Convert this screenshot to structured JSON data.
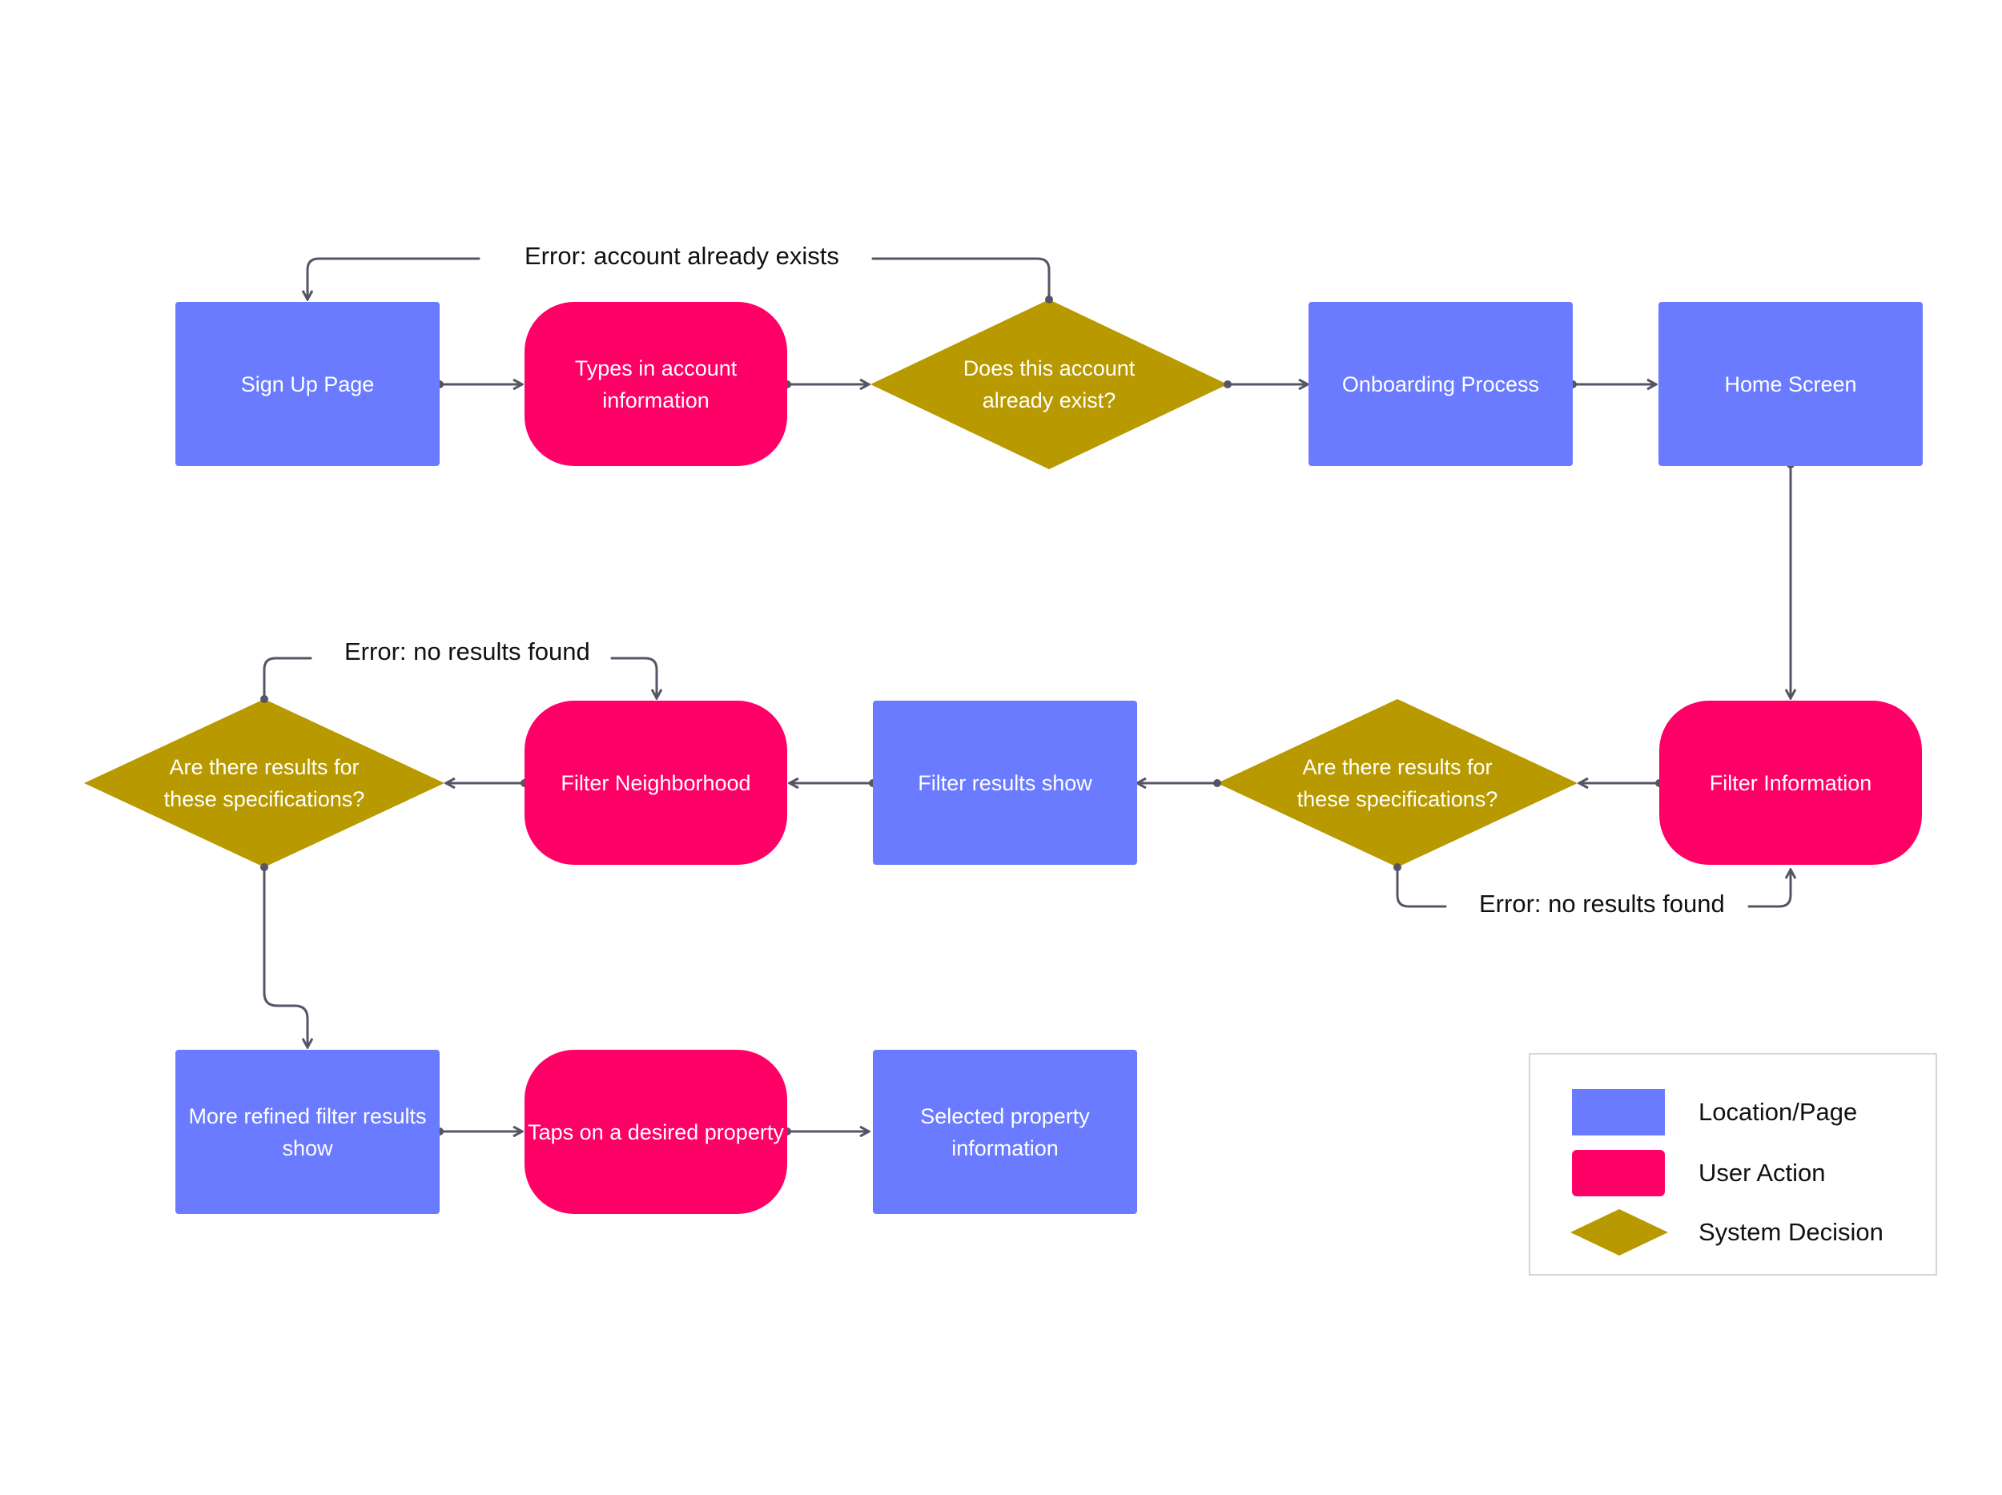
{
  "colors": {
    "location_page": "#6b7bff",
    "user_action": "#ff0066",
    "system_decision": "#b89a00",
    "connector": "#555566"
  },
  "nodes": {
    "sign_up_page": "Sign Up Page",
    "types_account_info": "Types in account information",
    "account_exists_decision": "Does this account already exist?",
    "onboarding_process": "Onboarding Process",
    "home_screen": "Home Screen",
    "filter_information": "Filter Information",
    "results_decision_1": "Are there results for these specifications?",
    "filter_results_show": "Filter results show",
    "filter_neighborhood": "Filter Neighborhood",
    "results_decision_2": "Are there results for these specifications?",
    "refined_filter_results": "More refined filter results show",
    "taps_desired_property": "Taps on a desired property",
    "selected_property_info": "Selected property information"
  },
  "edge_labels": {
    "error_account_exists": "Error: account already exists",
    "error_no_results_top": "Error: no results found",
    "error_no_results_bottom": "Error: no results found"
  },
  "legend": {
    "items": [
      {
        "label": "Location/Page",
        "shape": "rectangle"
      },
      {
        "label": "User Action",
        "shape": "rounded-rectangle"
      },
      {
        "label": "System Decision",
        "shape": "diamond"
      }
    ]
  }
}
